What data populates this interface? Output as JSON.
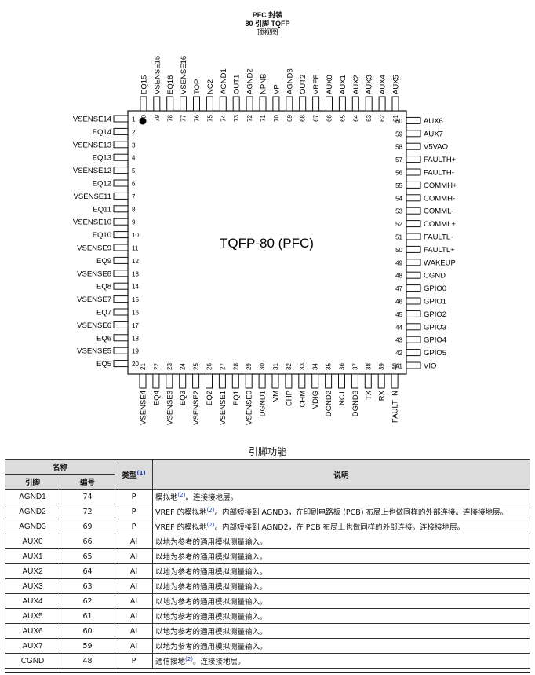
{
  "header": {
    "line1": "PFC 封装",
    "line2": "80 引脚 TQFP",
    "line3": "顶视图"
  },
  "chip": {
    "label": "TQFP-80 (PFC)",
    "left_pins": [
      {
        "num": "1",
        "name": "VSENSE14"
      },
      {
        "num": "2",
        "name": "EQ14"
      },
      {
        "num": "3",
        "name": "VSENSE13"
      },
      {
        "num": "4",
        "name": "EQ13"
      },
      {
        "num": "5",
        "name": "VSENSE12"
      },
      {
        "num": "6",
        "name": "EQ12"
      },
      {
        "num": "7",
        "name": "VSENSE11"
      },
      {
        "num": "8",
        "name": "EQ11"
      },
      {
        "num": "9",
        "name": "VSENSE10"
      },
      {
        "num": "10",
        "name": "EQ10"
      },
      {
        "num": "11",
        "name": "VSENSE9"
      },
      {
        "num": "12",
        "name": "EQ9"
      },
      {
        "num": "13",
        "name": "VSENSE8"
      },
      {
        "num": "14",
        "name": "EQ8"
      },
      {
        "num": "15",
        "name": "VSENSE7"
      },
      {
        "num": "16",
        "name": "EQ7"
      },
      {
        "num": "17",
        "name": "VSENSE6"
      },
      {
        "num": "18",
        "name": "EQ6"
      },
      {
        "num": "19",
        "name": "VSENSE5"
      },
      {
        "num": "20",
        "name": "EQ5"
      }
    ],
    "bottom_pins": [
      {
        "num": "21",
        "name": "VSENSE4"
      },
      {
        "num": "22",
        "name": "EQ4"
      },
      {
        "num": "23",
        "name": "VSENSE3"
      },
      {
        "num": "24",
        "name": "EQ3"
      },
      {
        "num": "25",
        "name": "VSENSE2"
      },
      {
        "num": "26",
        "name": "EQ2"
      },
      {
        "num": "27",
        "name": "VSENSE1"
      },
      {
        "num": "28",
        "name": "EQ1"
      },
      {
        "num": "29",
        "name": "VSENSE0"
      },
      {
        "num": "30",
        "name": "DGND1"
      },
      {
        "num": "31",
        "name": "VM"
      },
      {
        "num": "32",
        "name": "CHP"
      },
      {
        "num": "33",
        "name": "CHM"
      },
      {
        "num": "34",
        "name": "VDIG"
      },
      {
        "num": "35",
        "name": "DGND2"
      },
      {
        "num": "36",
        "name": "NC1"
      },
      {
        "num": "37",
        "name": "DGND3"
      },
      {
        "num": "38",
        "name": "TX"
      },
      {
        "num": "39",
        "name": "RX"
      },
      {
        "num": "40",
        "name": "FAULT_N"
      }
    ],
    "right_pins": [
      {
        "num": "41",
        "name": "VIO"
      },
      {
        "num": "42",
        "name": "GPIO5"
      },
      {
        "num": "43",
        "name": "GPIO4"
      },
      {
        "num": "44",
        "name": "GPIO3"
      },
      {
        "num": "45",
        "name": "GPIO2"
      },
      {
        "num": "46",
        "name": "GPIO1"
      },
      {
        "num": "47",
        "name": "GPIO0"
      },
      {
        "num": "48",
        "name": "CGND"
      },
      {
        "num": "49",
        "name": "WAKEUP"
      },
      {
        "num": "50",
        "name": "FAULTL+"
      },
      {
        "num": "51",
        "name": "FAULTL-"
      },
      {
        "num": "52",
        "name": "COMML+"
      },
      {
        "num": "53",
        "name": "COMML-"
      },
      {
        "num": "54",
        "name": "COMMH-"
      },
      {
        "num": "55",
        "name": "COMMH+"
      },
      {
        "num": "56",
        "name": "FAULTH-"
      },
      {
        "num": "57",
        "name": "FAULTH+"
      },
      {
        "num": "58",
        "name": "V5VAO"
      },
      {
        "num": "59",
        "name": "AUX7"
      },
      {
        "num": "60",
        "name": "AUX6"
      }
    ],
    "top_pins": [
      {
        "num": "61",
        "name": "AUX5"
      },
      {
        "num": "62",
        "name": "AUX4"
      },
      {
        "num": "63",
        "name": "AUX3"
      },
      {
        "num": "64",
        "name": "AUX2"
      },
      {
        "num": "65",
        "name": "AUX1"
      },
      {
        "num": "66",
        "name": "AUX0"
      },
      {
        "num": "67",
        "name": "VREF"
      },
      {
        "num": "68",
        "name": "OUT2"
      },
      {
        "num": "69",
        "name": "AGND3"
      },
      {
        "num": "70",
        "name": "VP"
      },
      {
        "num": "71",
        "name": "NPNB"
      },
      {
        "num": "72",
        "name": "AGND2"
      },
      {
        "num": "73",
        "name": "OUT1"
      },
      {
        "num": "74",
        "name": "AGND1"
      },
      {
        "num": "75",
        "name": "NC2"
      },
      {
        "num": "76",
        "name": "TOP"
      },
      {
        "num": "77",
        "name": "VSENSE16"
      },
      {
        "num": "78",
        "name": "EQ16"
      },
      {
        "num": "79",
        "name": "VSENSE15"
      },
      {
        "num": "80",
        "name": "EQ15"
      }
    ]
  },
  "table": {
    "caption": "引脚功能",
    "head": {
      "name_group": "名称",
      "pin": "引脚",
      "number": "编号",
      "type": "类型",
      "type_note": "(1)",
      "desc": "说明"
    },
    "rows": [
      {
        "pin": "AGND1",
        "num": "74",
        "type": "P",
        "desc": "模拟地",
        "note": "(2)",
        "desc2": "。连接接地层。"
      },
      {
        "pin": "AGND2",
        "num": "72",
        "type": "P",
        "desc": "VREF 的模拟地",
        "note": "(2)",
        "desc2": "。内部短接到 AGND3，在印刷电路板 (PCB) 布局上也做同样的外部连接。连接接地层。"
      },
      {
        "pin": "AGND3",
        "num": "69",
        "type": "P",
        "desc": "VREF 的模拟地",
        "note": "(2)",
        "desc2": "。内部短接到 AGND2，在 PCB 布局上也做同样的外部连接。连接接地层。"
      },
      {
        "pin": "AUX0",
        "num": "66",
        "type": "AI",
        "desc": "以地为参考的通用模拟测量输入。",
        "note": "",
        "desc2": ""
      },
      {
        "pin": "AUX1",
        "num": "65",
        "type": "AI",
        "desc": "以地为参考的通用模拟测量输入。",
        "note": "",
        "desc2": ""
      },
      {
        "pin": "AUX2",
        "num": "64",
        "type": "AI",
        "desc": "以地为参考的通用模拟测量输入。",
        "note": "",
        "desc2": ""
      },
      {
        "pin": "AUX3",
        "num": "63",
        "type": "AI",
        "desc": "以地为参考的通用模拟测量输入。",
        "note": "",
        "desc2": ""
      },
      {
        "pin": "AUX4",
        "num": "62",
        "type": "AI",
        "desc": "以地为参考的通用模拟测量输入。",
        "note": "",
        "desc2": ""
      },
      {
        "pin": "AUX5",
        "num": "61",
        "type": "AI",
        "desc": "以地为参考的通用模拟测量输入。",
        "note": "",
        "desc2": ""
      },
      {
        "pin": "AUX6",
        "num": "60",
        "type": "AI",
        "desc": "以地为参考的通用模拟测量输入。",
        "note": "",
        "desc2": ""
      },
      {
        "pin": "AUX7",
        "num": "59",
        "type": "AI",
        "desc": "以地为参考的通用模拟测量输入。",
        "note": "",
        "desc2": ""
      },
      {
        "pin": "CGND",
        "num": "48",
        "type": "P",
        "desc": "通信接地",
        "note": "(2)",
        "desc2": "。连接接地层。"
      }
    ]
  },
  "colors": {
    "link": "#1a3fd0",
    "header_bg": "#dcdcdc",
    "line": "#222222"
  }
}
